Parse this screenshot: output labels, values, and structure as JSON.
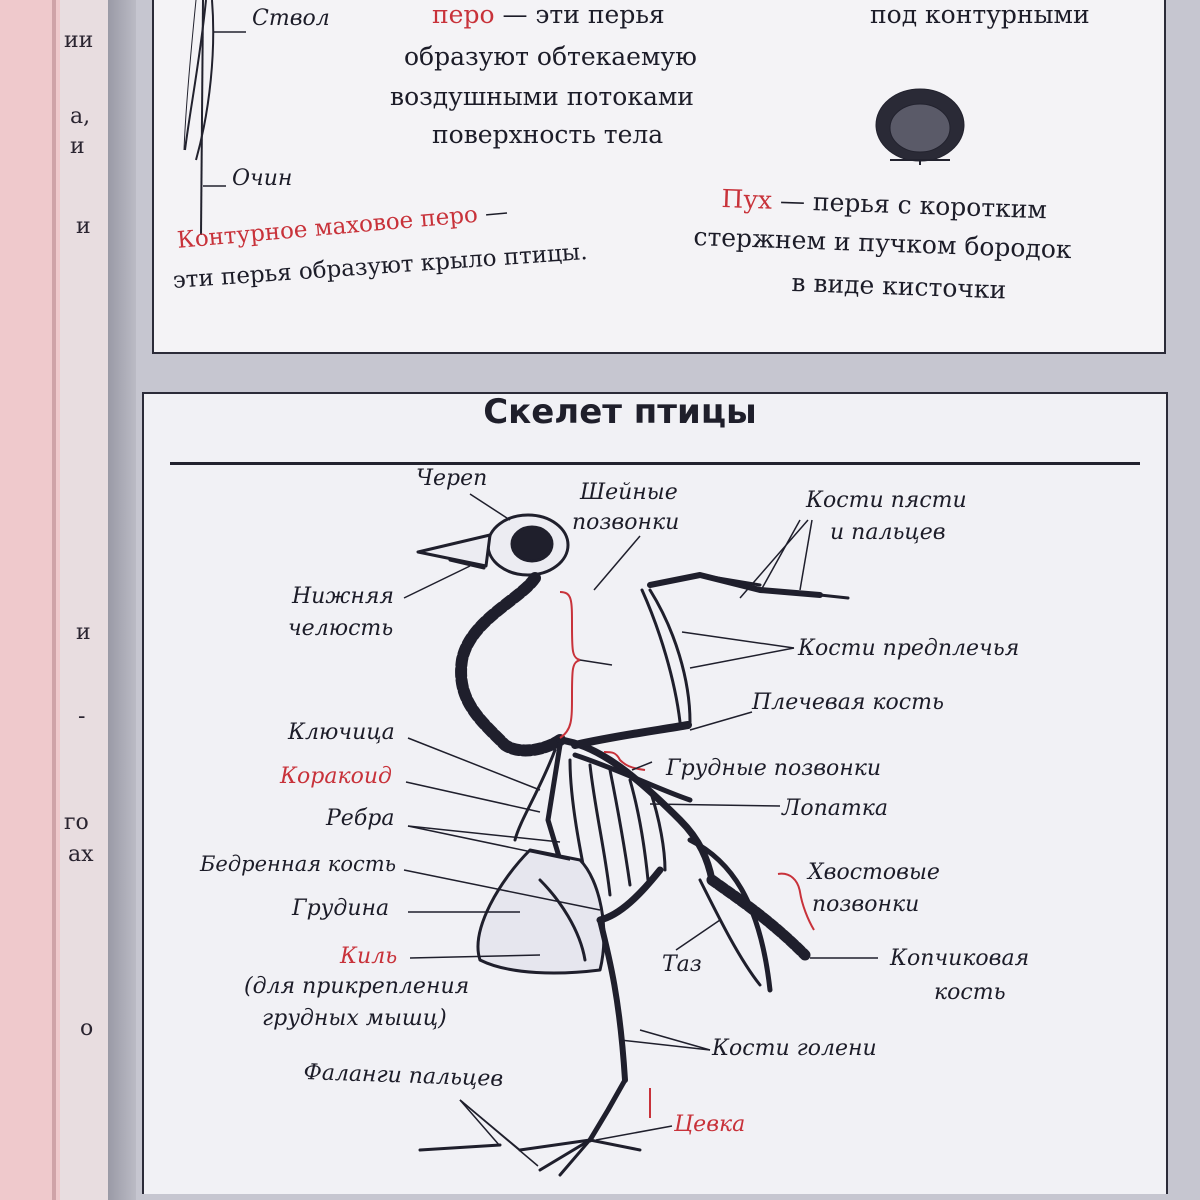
{
  "left_page": {
    "fragments": [
      "ии",
      "а,",
      "и",
      "и",
      "и",
      "-",
      "го",
      "ах",
      "о"
    ]
  },
  "feathers": {
    "stem_label": "Ствол",
    "quill_label": "Очин",
    "contour_term": "перо",
    "contour_dash": "— эти перья",
    "contour_line2": "образуют обтекаемую",
    "contour_line3": "воздушными потоками",
    "contour_line4": "поверхность тела",
    "topright_fragment": "под контурными",
    "flight_term": "Контурное маховое перо",
    "flight_dash": "—",
    "flight_line2": "эти перья образуют крыло птицы.",
    "down_term": "Пух",
    "down_line1": "— перья с коротким",
    "down_line2": "стержнем и пучком бородок",
    "down_line3": "в виде кисточки"
  },
  "skeleton": {
    "title": "Скелет птицы",
    "labels": {
      "skull": "Череп",
      "neck_1": "Шейные",
      "neck_2": "позвонки",
      "metacarpal_1": "Кости пясти",
      "metacarpal_2": "и пальцев",
      "jaw_1": "Нижняя",
      "jaw_2": "челюсть",
      "forearm": "Кости предплечья",
      "humerus": "Плечевая кость",
      "clavicle": "Ключица",
      "coracoid": "Коракоид",
      "thoracic": "Грудные позвонки",
      "scapula": "Лопатка",
      "ribs": "Ребра",
      "femur": "Бедренная кость",
      "tail_1": "Хвостовые",
      "tail_2": "позвонки",
      "sternum": "Грудина",
      "pelvis": "Таз",
      "keel": "Киль",
      "keel_note_1": "(для прикрепления",
      "keel_note_2": "грудных мышц)",
      "pygostyle_1": "Копчиковая",
      "pygostyle_2": "кость",
      "shin": "Кости голени",
      "toes": "Фаланги пальцев",
      "tarsus": "Цевка"
    }
  },
  "colors": {
    "accent": "#c8323a",
    "ink": "#1c1c28",
    "box": "#f1f1f5"
  }
}
